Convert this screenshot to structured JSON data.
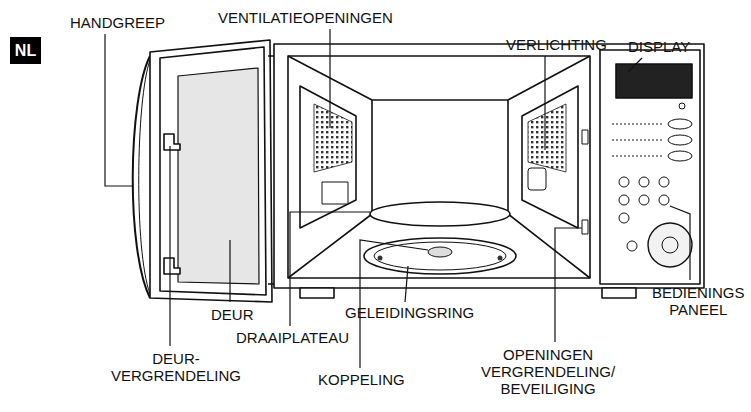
{
  "diagram": {
    "nodes": [
      {
        "text": [
          "NL"
        ]
      }
    ],
    "labels": [
      "HANDGREEP",
      "VENTILATIEOPENINGEN",
      "VERLICHTING",
      "DISPLAY",
      "DEUR",
      "DEUR- VERGRENDELING",
      "DRAAIPLATEAU",
      "GELEIDINGSRING",
      "KOPPELING",
      "OPENINGEN VERGRENDELING/ BEVEILIGING",
      "BEDIENINGS PANEEL"
    ]
  }
}
